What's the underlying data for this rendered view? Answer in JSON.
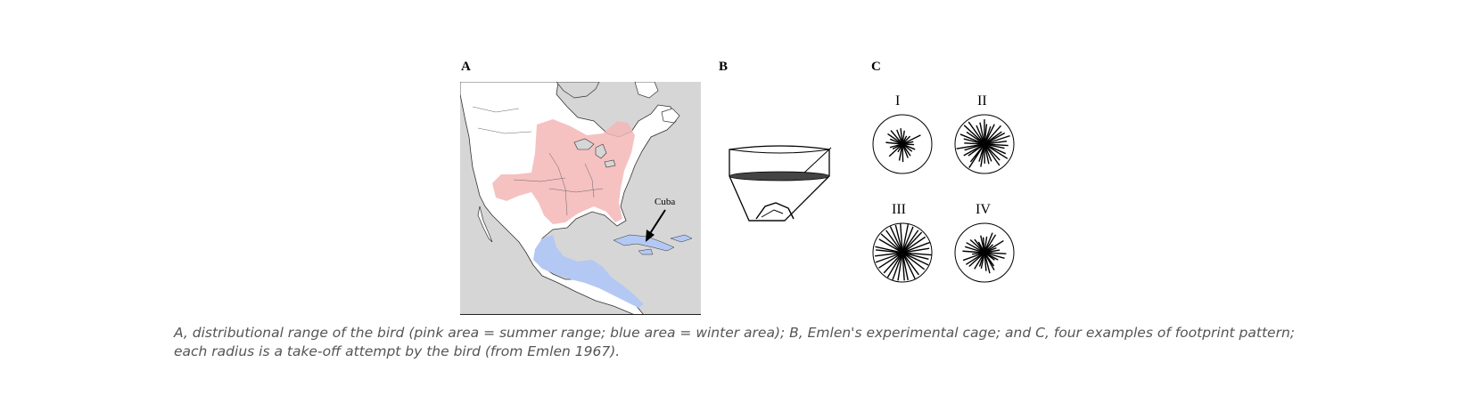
{
  "figure": {
    "panels": {
      "a": {
        "label": "A",
        "map_label": "Cuba"
      },
      "b": {
        "label": "B"
      },
      "c": {
        "label": "C",
        "patterns": [
          {
            "roman": "I"
          },
          {
            "roman": "II"
          },
          {
            "roman": "III"
          },
          {
            "roman": "IV"
          }
        ]
      }
    },
    "colors": {
      "summer_range": "#f4b6b6",
      "winter_range": "#b4c8f4",
      "sea": "#d6d6d6",
      "land": "#ffffff"
    },
    "caption": "A, distributional range of the bird (pink area = summer range; blue area = winter area); B, Emlen's experimental cage; and C, four examples of footprint pattern; each radius is a take-off attempt by the bird (from Emlen 1967)."
  }
}
